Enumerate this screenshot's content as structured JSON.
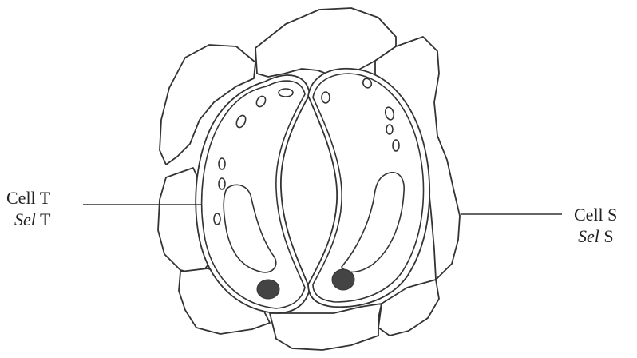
{
  "labels": {
    "cell_t_line1": "Cell T",
    "cell_t_line2_italic": "Sel",
    "cell_t_line2_rest": " T",
    "cell_s_line1": "Cell S",
    "cell_s_line2_italic": "Sel",
    "cell_s_line2_rest": " S"
  }
}
